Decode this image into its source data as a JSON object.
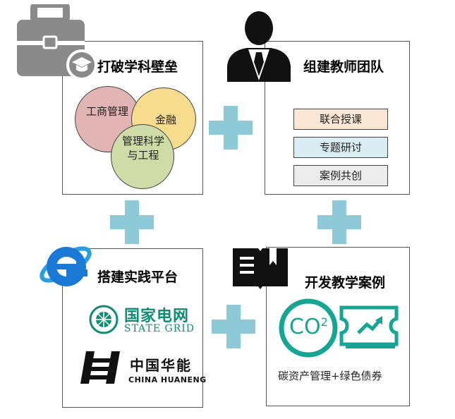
{
  "panels": {
    "top_left": {
      "title": "打破学科壁垒",
      "circles": [
        "工商管理",
        "金融",
        "管理科学与工程"
      ]
    },
    "top_right": {
      "title": "组建教师团队",
      "tags": [
        "联合授课",
        "专题研讨",
        "案例共创"
      ]
    },
    "bottom_left": {
      "title": "搭建实践平台",
      "logos": {
        "state_grid_cn": "国家电网",
        "state_grid_en": "STATE GRID",
        "huaneng_cn": "中国华能",
        "huaneng_en": "CHINA HUANENG"
      }
    },
    "bottom_right": {
      "title": "开发教学案例",
      "co2_text": "CO",
      "co2_sub": "2",
      "caption": "碳资产管理+绿色债券"
    }
  },
  "colors": {
    "plus": "#8ec9d8",
    "circle_business": "#e2b4b4",
    "circle_finance": "#f6dc8c",
    "circle_mse": "#cfdca8",
    "tag_1": "#fbe7d6",
    "tag_2": "#d9edf3",
    "tag_3": "#ececec",
    "icon_gray": "#8a8a8a",
    "teal": "#16a592",
    "ie_blue": "#1b79d6"
  },
  "icons": [
    "briefcase-graduation-icon",
    "teacher-icon",
    "internet-explorer-icon",
    "open-book-icon",
    "co2-icon",
    "carbon-trading-ticket-icon"
  ]
}
